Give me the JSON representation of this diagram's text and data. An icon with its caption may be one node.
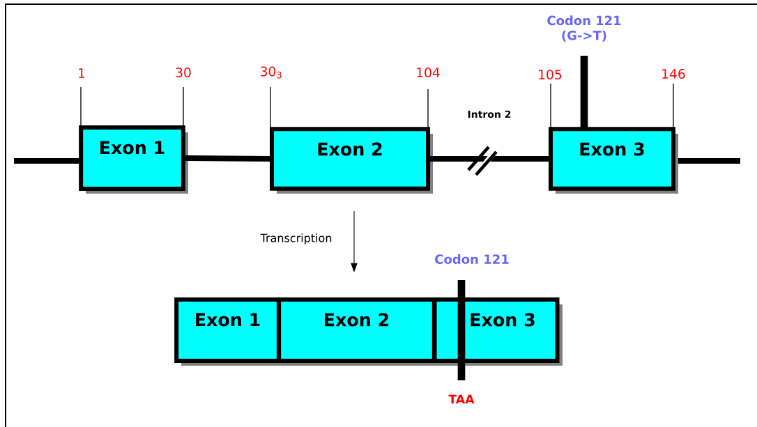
{
  "diagram": {
    "nodes": [
      {
        "text": [
          "Exon 1"
        ],
        "beside": [
          "1",
          "30"
        ]
      },
      {
        "text": [
          "Exon 2"
        ],
        "beside": [
          "30$_{3}$",
          "104"
        ]
      },
      {
        "text": [
          "Exon 3"
        ],
        "beside": [
          "105",
          "146"
        ]
      },
      {
        "text": [
          "Exon 1"
        ]
      },
      {
        "text": [
          "Exon 2"
        ]
      },
      {
        "text": [
          "Exon 3"
        ]
      }
    ],
    "edges": [
      {
        "from": 0,
        "to": 1,
        "arrow": "none"
      },
      {
        "from": 1,
        "to": 2,
        "arrow": "none",
        "label": "Intron 2"
      }
    ],
    "labels": [
      "Codon 121 (G->T)",
      "Transcription",
      "Codon 121",
      "TAA"
    ]
  }
}
